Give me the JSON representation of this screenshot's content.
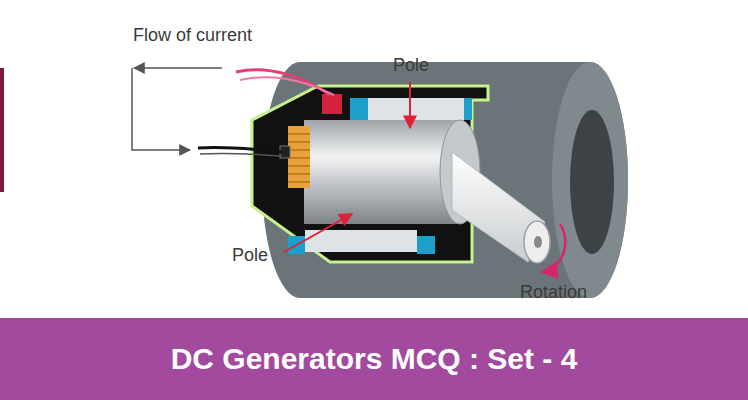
{
  "diagram": {
    "nodes": [
      {
        "text": [
          "DC Generators MCQ : Set - 4"
        ]
      }
    ],
    "labels": [
      "Flow of current",
      "Pole",
      "Pole",
      "Rotation"
    ]
  }
}
